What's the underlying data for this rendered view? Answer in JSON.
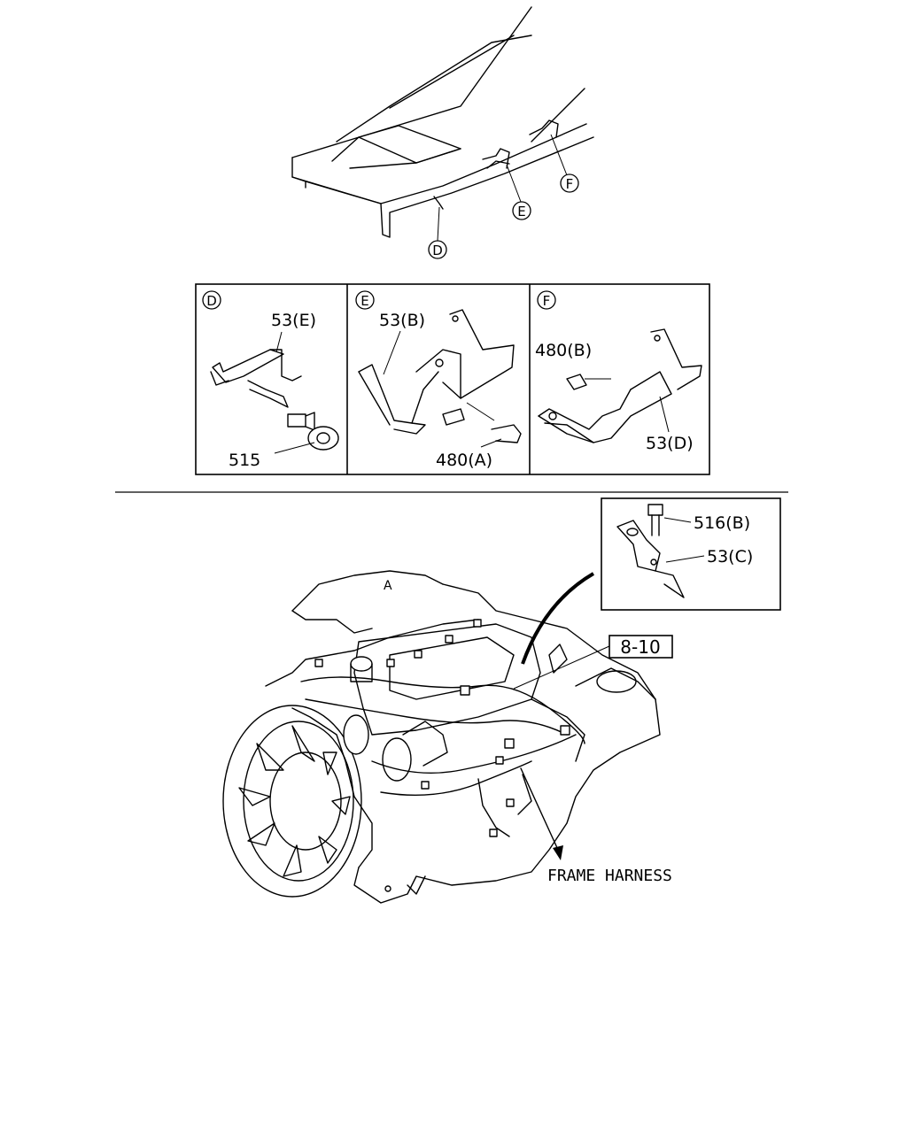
{
  "frame_callouts": {
    "d": "D",
    "e": "E",
    "f": "F"
  },
  "detail_d": {
    "label": "D",
    "part_bracket": "53(E)",
    "part_nut": "515"
  },
  "detail_e": {
    "label": "E",
    "part_bracket": "53(B)",
    "part_bolt": "480(A)"
  },
  "detail_f": {
    "label": "F",
    "part_bolt": "480(B)",
    "part_bracket": "53(D)"
  },
  "detail_c": {
    "part_bolt": "516(B)",
    "part_bracket": "53(C)"
  },
  "engine": {
    "reference": "8-10",
    "harness_label": "FRAME HARNESS",
    "marker": "A"
  }
}
